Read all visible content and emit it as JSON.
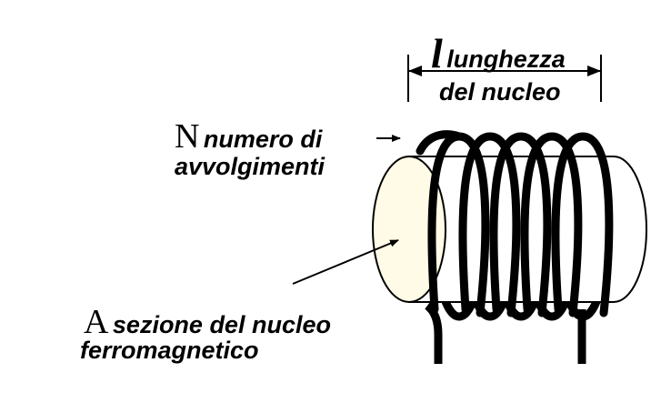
{
  "length_label": {
    "symbol": "l",
    "line1": "lunghezza",
    "line2": "del nucleo"
  },
  "turns_label": {
    "symbol": "N",
    "line1": "numero di",
    "line2": "avvolgimenti"
  },
  "section_label": {
    "symbol": "A",
    "line1": "sezione del nucleo",
    "line2": "ferromagnetico"
  },
  "colors": {
    "core_face": "#FFFBE6",
    "core_body": "#FFFFFF",
    "wire": "#000000"
  },
  "coil": {
    "turns": 5
  }
}
